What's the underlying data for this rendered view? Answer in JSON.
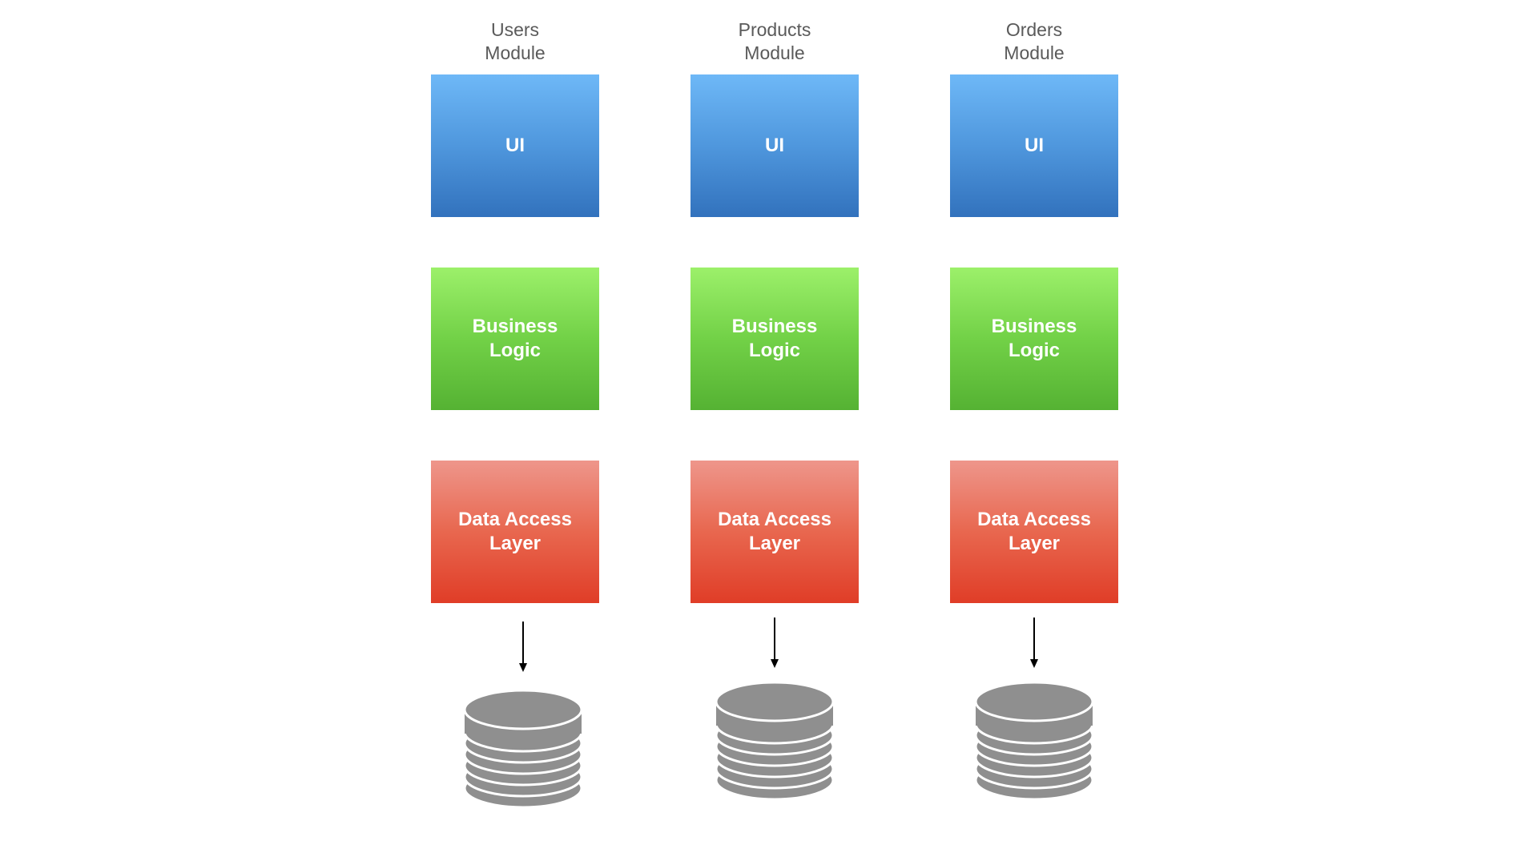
{
  "modules": [
    {
      "title_line1": "Users",
      "title_line2": "Module",
      "ui_label": "UI",
      "business_label": "Business Logic",
      "data_label_line1": "Data Access",
      "data_label_line2": "Layer",
      "db_icon": "database-icon"
    },
    {
      "title_line1": "Products",
      "title_line2": "Module",
      "ui_label": "UI",
      "business_label": "Business Logic",
      "data_label_line1": "Data Access",
      "data_label_line2": "Layer",
      "db_icon": "database-icon"
    },
    {
      "title_line1": "Orders",
      "title_line2": "Module",
      "ui_label": "UI",
      "business_label": "Business Logic",
      "data_label_line1": "Data Access",
      "data_label_line2": "Layer",
      "db_icon": "database-icon"
    }
  ],
  "colors": {
    "ui": "#4f97dd",
    "business_logic": "#72d147",
    "data_access": "#e8674f",
    "database": "#8f8f8f",
    "title_text": "#5a5a5a"
  }
}
